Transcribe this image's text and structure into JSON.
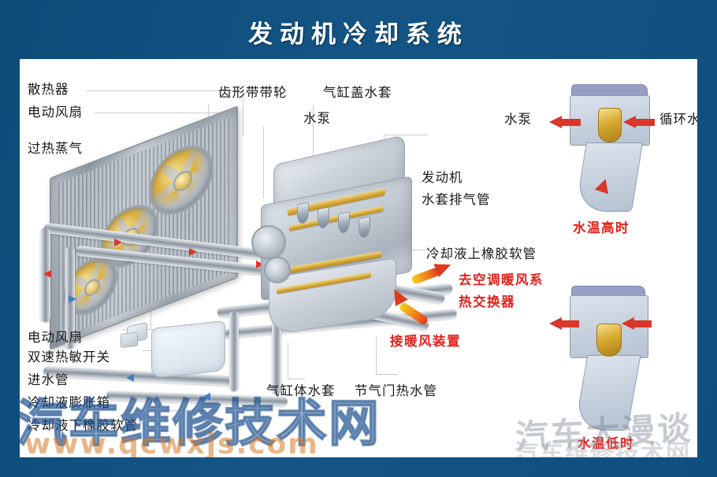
{
  "header": {
    "title": "发动机冷却系统",
    "banner_color": "#0f5180",
    "title_color": "#ffffff"
  },
  "diagram": {
    "accent_red": "#e4211b",
    "hot_flow_color": "#d9372a",
    "cold_flow_color": "#3f7fc4",
    "labels": [
      {
        "id": "radiator",
        "text": "散热器"
      },
      {
        "id": "electric-fan-top",
        "text": "电动风扇"
      },
      {
        "id": "superheated-steam",
        "text": "过热蒸气"
      },
      {
        "id": "toothed-belt-pulley",
        "text": "齿形带带轮"
      },
      {
        "id": "cylinder-head-jacket",
        "text": "气缸盖水套"
      },
      {
        "id": "water-pump",
        "text": "水泵"
      },
      {
        "id": "engine-line1",
        "text": "发动机"
      },
      {
        "id": "engine-line2",
        "text": "水套排气管"
      },
      {
        "id": "upper-rubber-hose",
        "text": "冷却液上橡胶软管"
      },
      {
        "id": "to-ac-heater-line1",
        "text": "去空调暖风系"
      },
      {
        "id": "to-ac-heater-line2",
        "text": "热交换器"
      },
      {
        "id": "heater-connection",
        "text": "接暖风装置"
      },
      {
        "id": "fan-dual-speed-line1",
        "text": "电动风扇"
      },
      {
        "id": "fan-dual-speed-line2",
        "text": "双速热敏开关"
      },
      {
        "id": "inlet-pipe",
        "text": "进水管"
      },
      {
        "id": "expansion-tank",
        "text": "冷却液膨胀箱"
      },
      {
        "id": "lower-rubber-hose",
        "text": "冷却液下橡胶软管"
      },
      {
        "id": "cylinder-block-jacket",
        "text": "气缸体水套"
      },
      {
        "id": "throttle-hot-water",
        "text": "节气门热水管"
      }
    ]
  },
  "insets": {
    "top": {
      "left_label": "水泵",
      "right_label": "循环水道",
      "caption": "水温高时"
    },
    "bottom": {
      "caption": "水温低时"
    }
  },
  "watermarks": {
    "site_name": "汽车维修技术网",
    "site_url": "www.qcwxjs.com",
    "overlay": "汽车大漫谈"
  }
}
